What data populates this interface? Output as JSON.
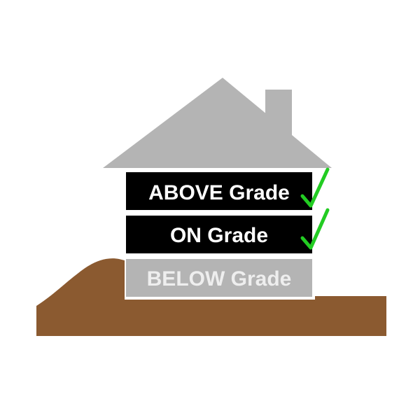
{
  "levels": [
    {
      "label": "ABOVE Grade",
      "checked": true
    },
    {
      "label": "ON Grade",
      "checked": true
    },
    {
      "label": "BELOW Grade",
      "checked": false
    }
  ],
  "colors": {
    "roof": "#b4b4b4",
    "soil": "#8b5a30",
    "dark_band": "#000000",
    "light_band": "#b4b4b4",
    "band_text_dark": "#ffffff",
    "band_text_light": "#eeeeee",
    "check": "#22cc22"
  }
}
